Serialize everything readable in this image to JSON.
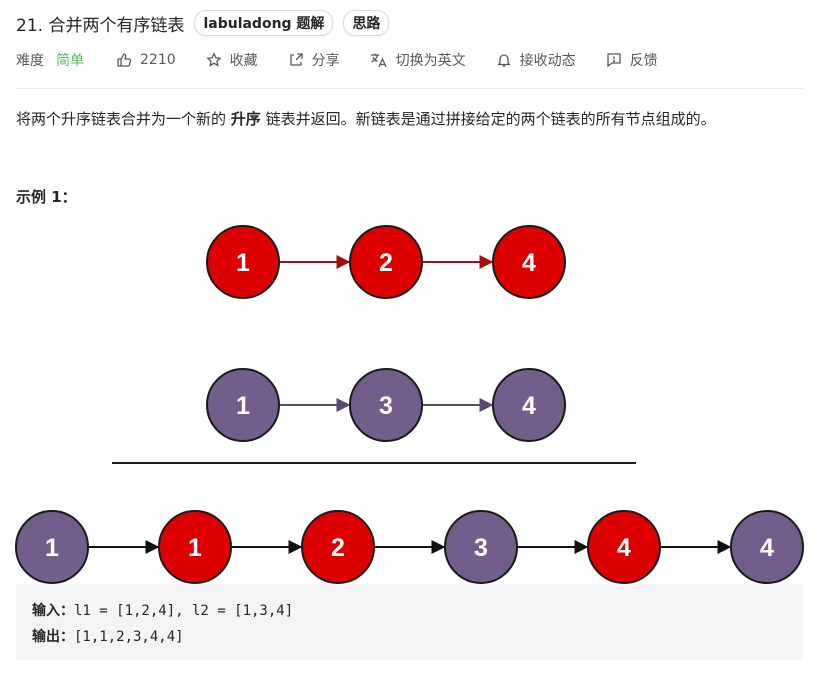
{
  "problem": {
    "title": "21. 合并两个有序链表",
    "tags": [
      "labuladong 题解",
      "思路"
    ]
  },
  "meta": {
    "difficulty_label": "难度",
    "difficulty_value": "简单",
    "likes": "2210",
    "favorite_label": "收藏",
    "share_label": "分享",
    "translate_label": "切换为英文",
    "notify_label": "接收动态",
    "feedback_label": "反馈"
  },
  "description": {
    "before": "将两个升序链表合并为一个新的 ",
    "emphasis": "升序",
    "after": " 链表并返回。新链表是通过拼接给定的两个链表的所有节点组成的。"
  },
  "example": {
    "title": "示例 1：",
    "input_label": "输入：",
    "input_value": "l1 = [1,2,4], l2 = [1,3,4]",
    "output_label": "输出：",
    "output_value": "[1,1,2,3,4,4]"
  },
  "figure": {
    "list1": [
      "1",
      "2",
      "4"
    ],
    "list2": [
      "1",
      "3",
      "4"
    ],
    "merged": [
      {
        "label": "1",
        "from": "list2"
      },
      {
        "label": "1",
        "from": "list1"
      },
      {
        "label": "2",
        "from": "list1"
      },
      {
        "label": "3",
        "from": "list2"
      },
      {
        "label": "4",
        "from": "list1"
      },
      {
        "label": "4",
        "from": "list2"
      }
    ],
    "colors": {
      "list1": "#dd0000",
      "list2": "#735d8a",
      "list1_arrow": "#a01010",
      "list2_arrow": "#5a4a70",
      "merged_arrow": "#111111"
    }
  }
}
